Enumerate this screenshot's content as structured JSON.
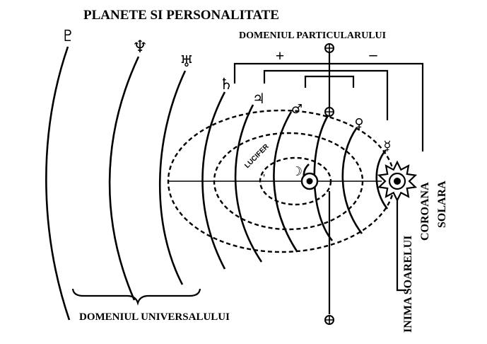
{
  "title": "PLANETE SI PERSONALITATE",
  "labels": {
    "particular": "DOMENIUL PARTICULARULUI",
    "universal": "DOMENIUL UNIVERSALULUI",
    "lucifer": "LUCIFER",
    "heart_sun": "INIMA SOARELUI",
    "corona": "COROANA",
    "solara": "SOLARA",
    "plus": "+",
    "minus": "–"
  },
  "planet_symbols": {
    "pluto": "♇",
    "neptune": "♆",
    "uranus": "♅",
    "saturn": "♄",
    "jupiter": "♃",
    "mars": "♂",
    "venus": "♀",
    "mercury": "☿",
    "moon": "☽"
  },
  "colors": {
    "ink": "#000000",
    "paper": "#ffffff"
  }
}
